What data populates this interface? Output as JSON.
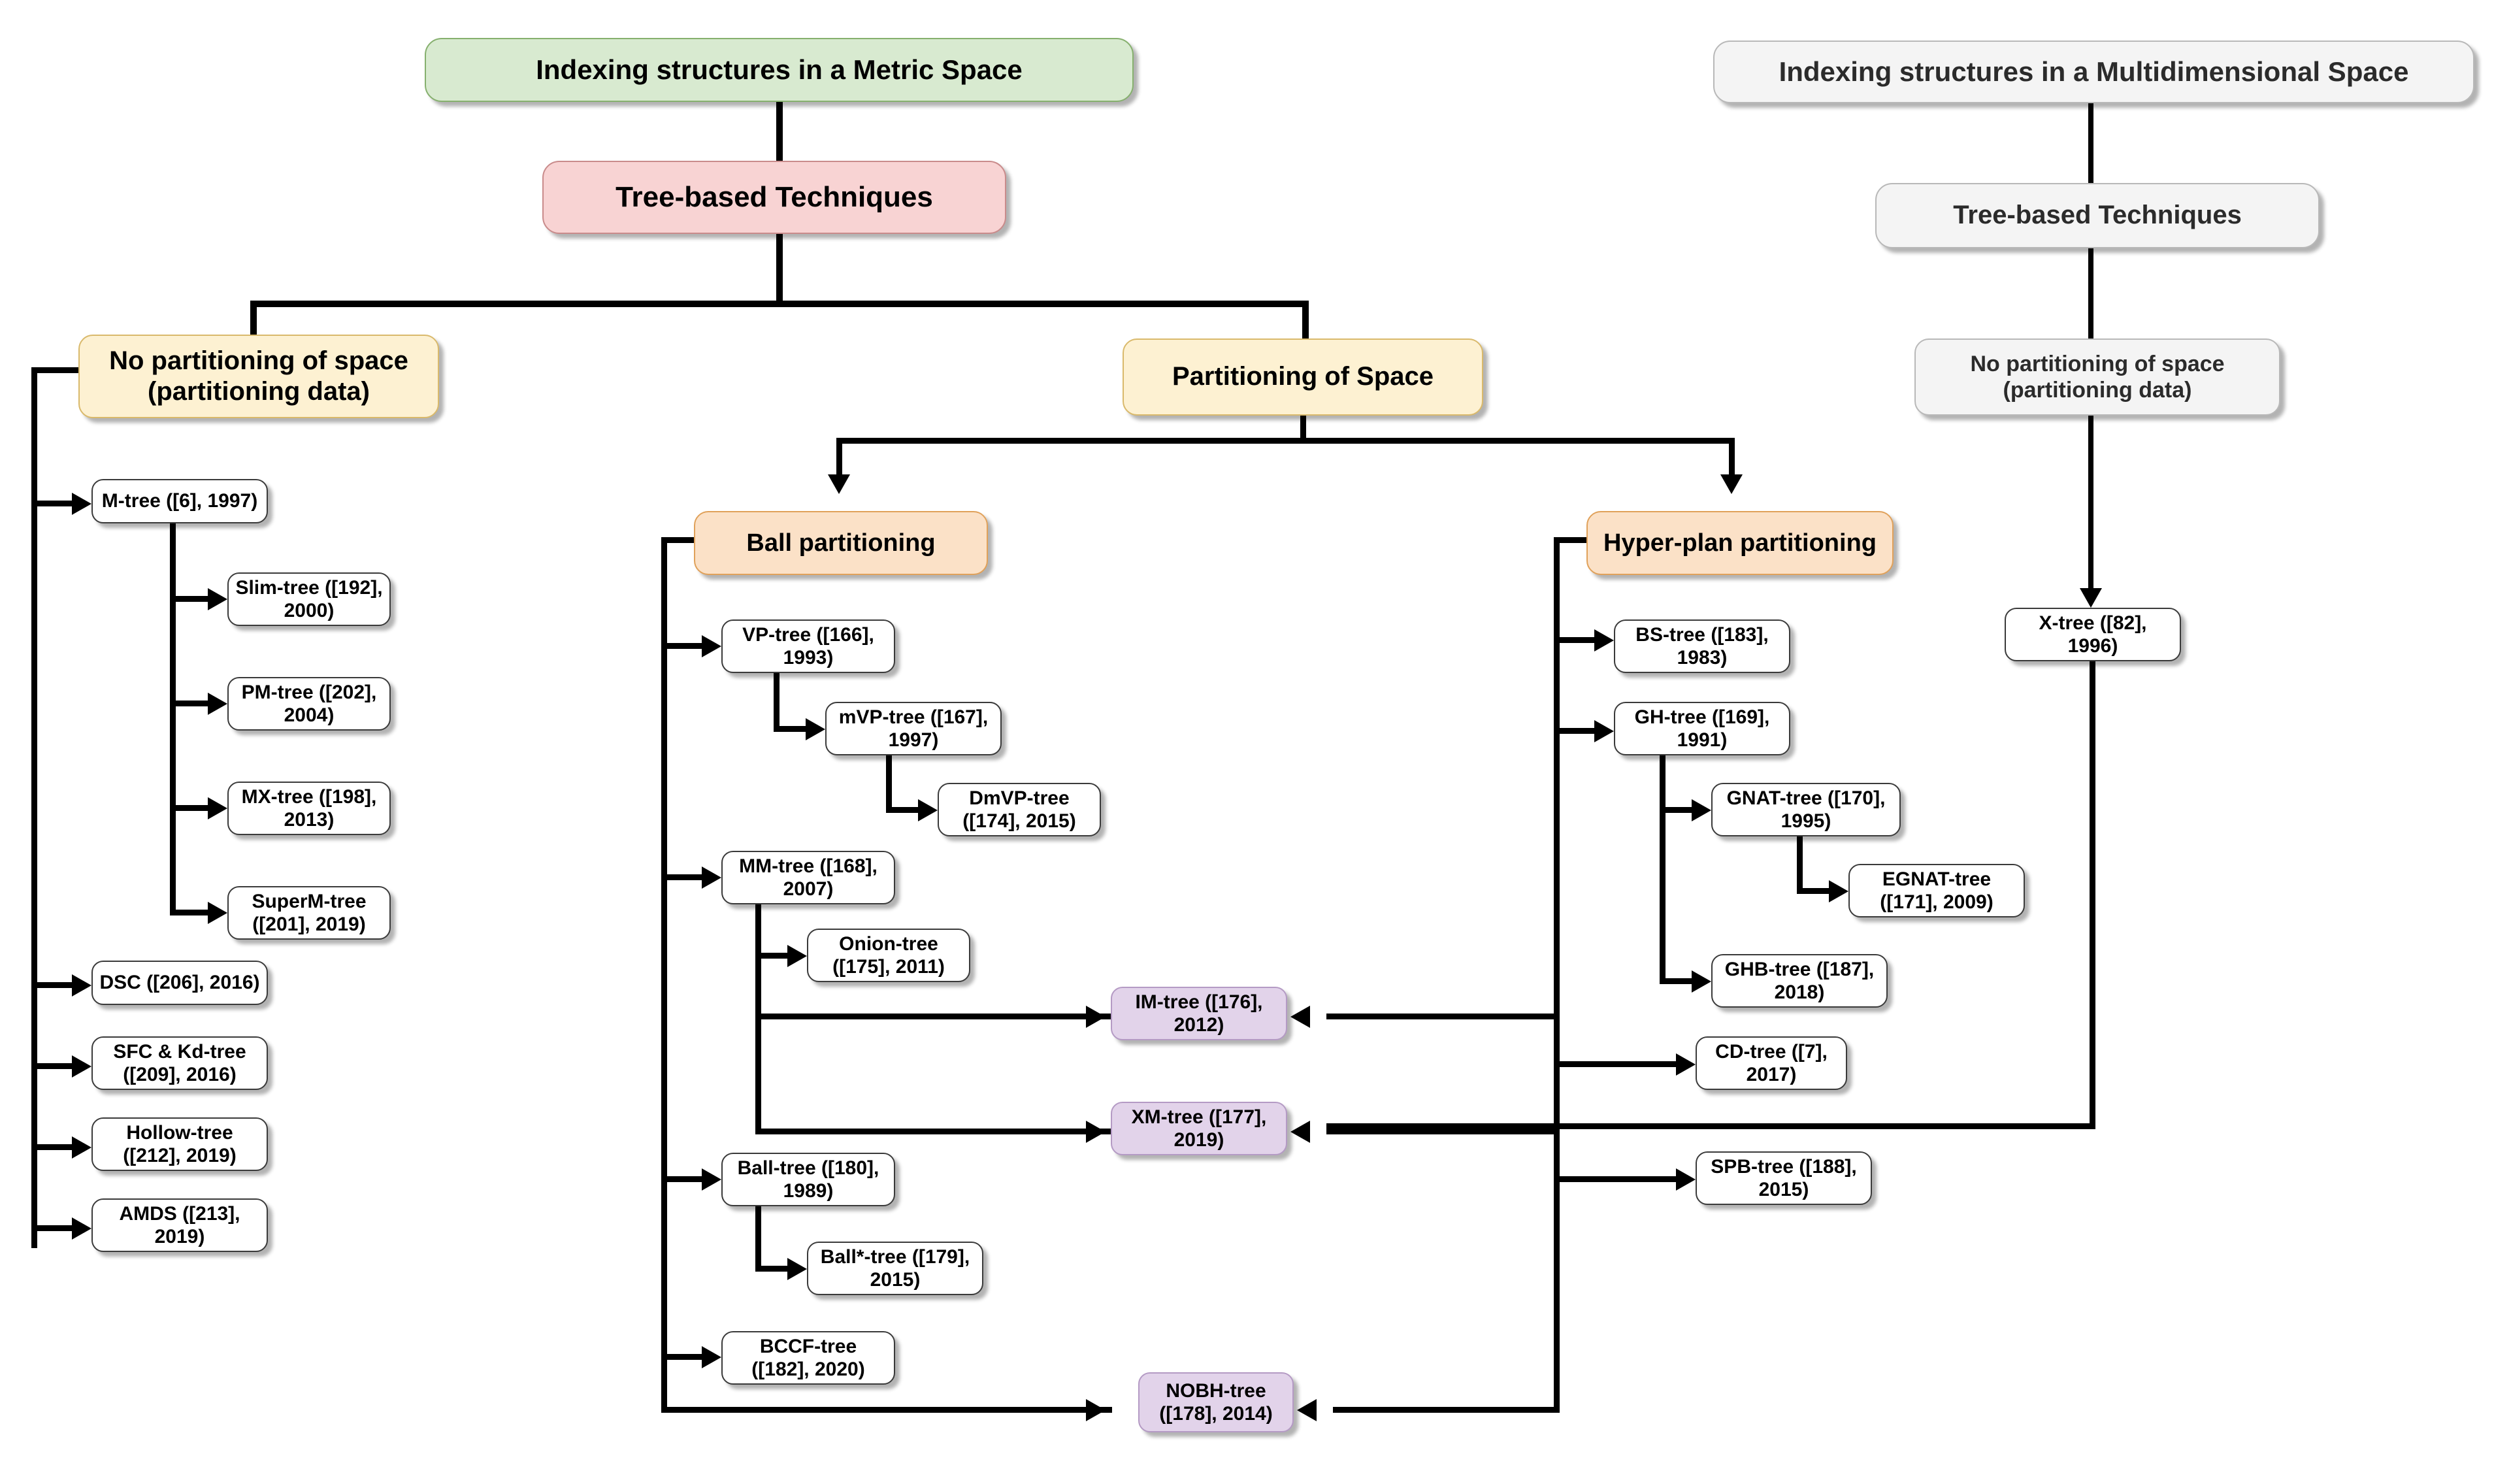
{
  "diagram": {
    "title": "Indexing structures taxonomy",
    "colors": {
      "metric_title_fill": "#d8ead0",
      "metric_title_border": "#86b06e",
      "tree_based_fill": "#f8d3d3",
      "tree_based_border": "#c98b8b",
      "category_yellow_fill": "#fdf1d2",
      "category_yellow_border": "#d9b96b",
      "partition_orange_fill": "#fbe1c7",
      "partition_orange_border": "#e0a15a",
      "hybrid_purple_fill": "#e2d3ea",
      "hybrid_purple_border": "#b49ac4",
      "multidim_grey_fill": "#f4f4f4",
      "multidim_grey_border": "#b8b8b8",
      "connector": "#000000"
    }
  },
  "metric_space": {
    "root": "Indexing structures in a Metric Space",
    "tree_based": "Tree-based Techniques",
    "no_partitioning": "No partitioning of space\n(partitioning data)",
    "no_partitioning_line1": "No partitioning of space",
    "no_partitioning_line2": "(partitioning data)",
    "partitioning_of_space": "Partitioning of Space",
    "ball_partitioning": "Ball partitioning",
    "hyperplan_partitioning": "Hyper-plan partitioning"
  },
  "multidimensional_space": {
    "root": "Indexing structures in a Multidimensional Space",
    "tree_based": "Tree-based Techniques",
    "no_partitioning_line1": "No partitioning of space",
    "no_partitioning_line2": "(partitioning data)",
    "x_tree": "X-tree ([82], 1996)"
  },
  "no_partitioning_nodes": [
    {
      "label": "M-tree ([6], 1997)"
    },
    {
      "label": "Slim-tree ([192], 2000)"
    },
    {
      "label": "PM-tree ([202], 2004)"
    },
    {
      "label": "MX-tree ([198], 2013)"
    },
    {
      "label": "SuperM-tree ([201], 2019)"
    },
    {
      "label": "DSC ([206], 2016)"
    },
    {
      "label": "SFC & Kd-tree ([209], 2016)"
    },
    {
      "label": "Hollow-tree ([212], 2019)"
    },
    {
      "label": "AMDS ([213], 2019)"
    }
  ],
  "ball_partitioning_nodes": [
    {
      "label": "VP-tree ([166], 1993)"
    },
    {
      "label": "mVP-tree ([167], 1997)"
    },
    {
      "label": "DmVP-tree ([174], 2015)"
    },
    {
      "label": "MM-tree ([168], 2007)"
    },
    {
      "label": "Onion-tree ([175], 2011)"
    },
    {
      "label": "Ball-tree ([180], 1989)"
    },
    {
      "label": "Ball*-tree ([179], 2015)"
    },
    {
      "label": "BCCF-tree ([182], 2020)"
    }
  ],
  "hyperplan_partitioning_nodes": [
    {
      "label": "BS-tree ([183], 1983)"
    },
    {
      "label": "GH-tree ([169], 1991)"
    },
    {
      "label": "GNAT-tree ([170], 1995)"
    },
    {
      "label": "EGNAT-tree ([171], 2009)"
    },
    {
      "label": "GHB-tree ([187], 2018)"
    },
    {
      "label": "CD-tree ([7], 2017)"
    },
    {
      "label": "SPB-tree ([188], 2015)"
    }
  ],
  "hybrid_nodes": [
    {
      "label": "IM-tree ([176], 2012)"
    },
    {
      "label": "XM-tree ([177], 2019)"
    },
    {
      "label": "NOBH-tree ([178], 2014)"
    }
  ]
}
